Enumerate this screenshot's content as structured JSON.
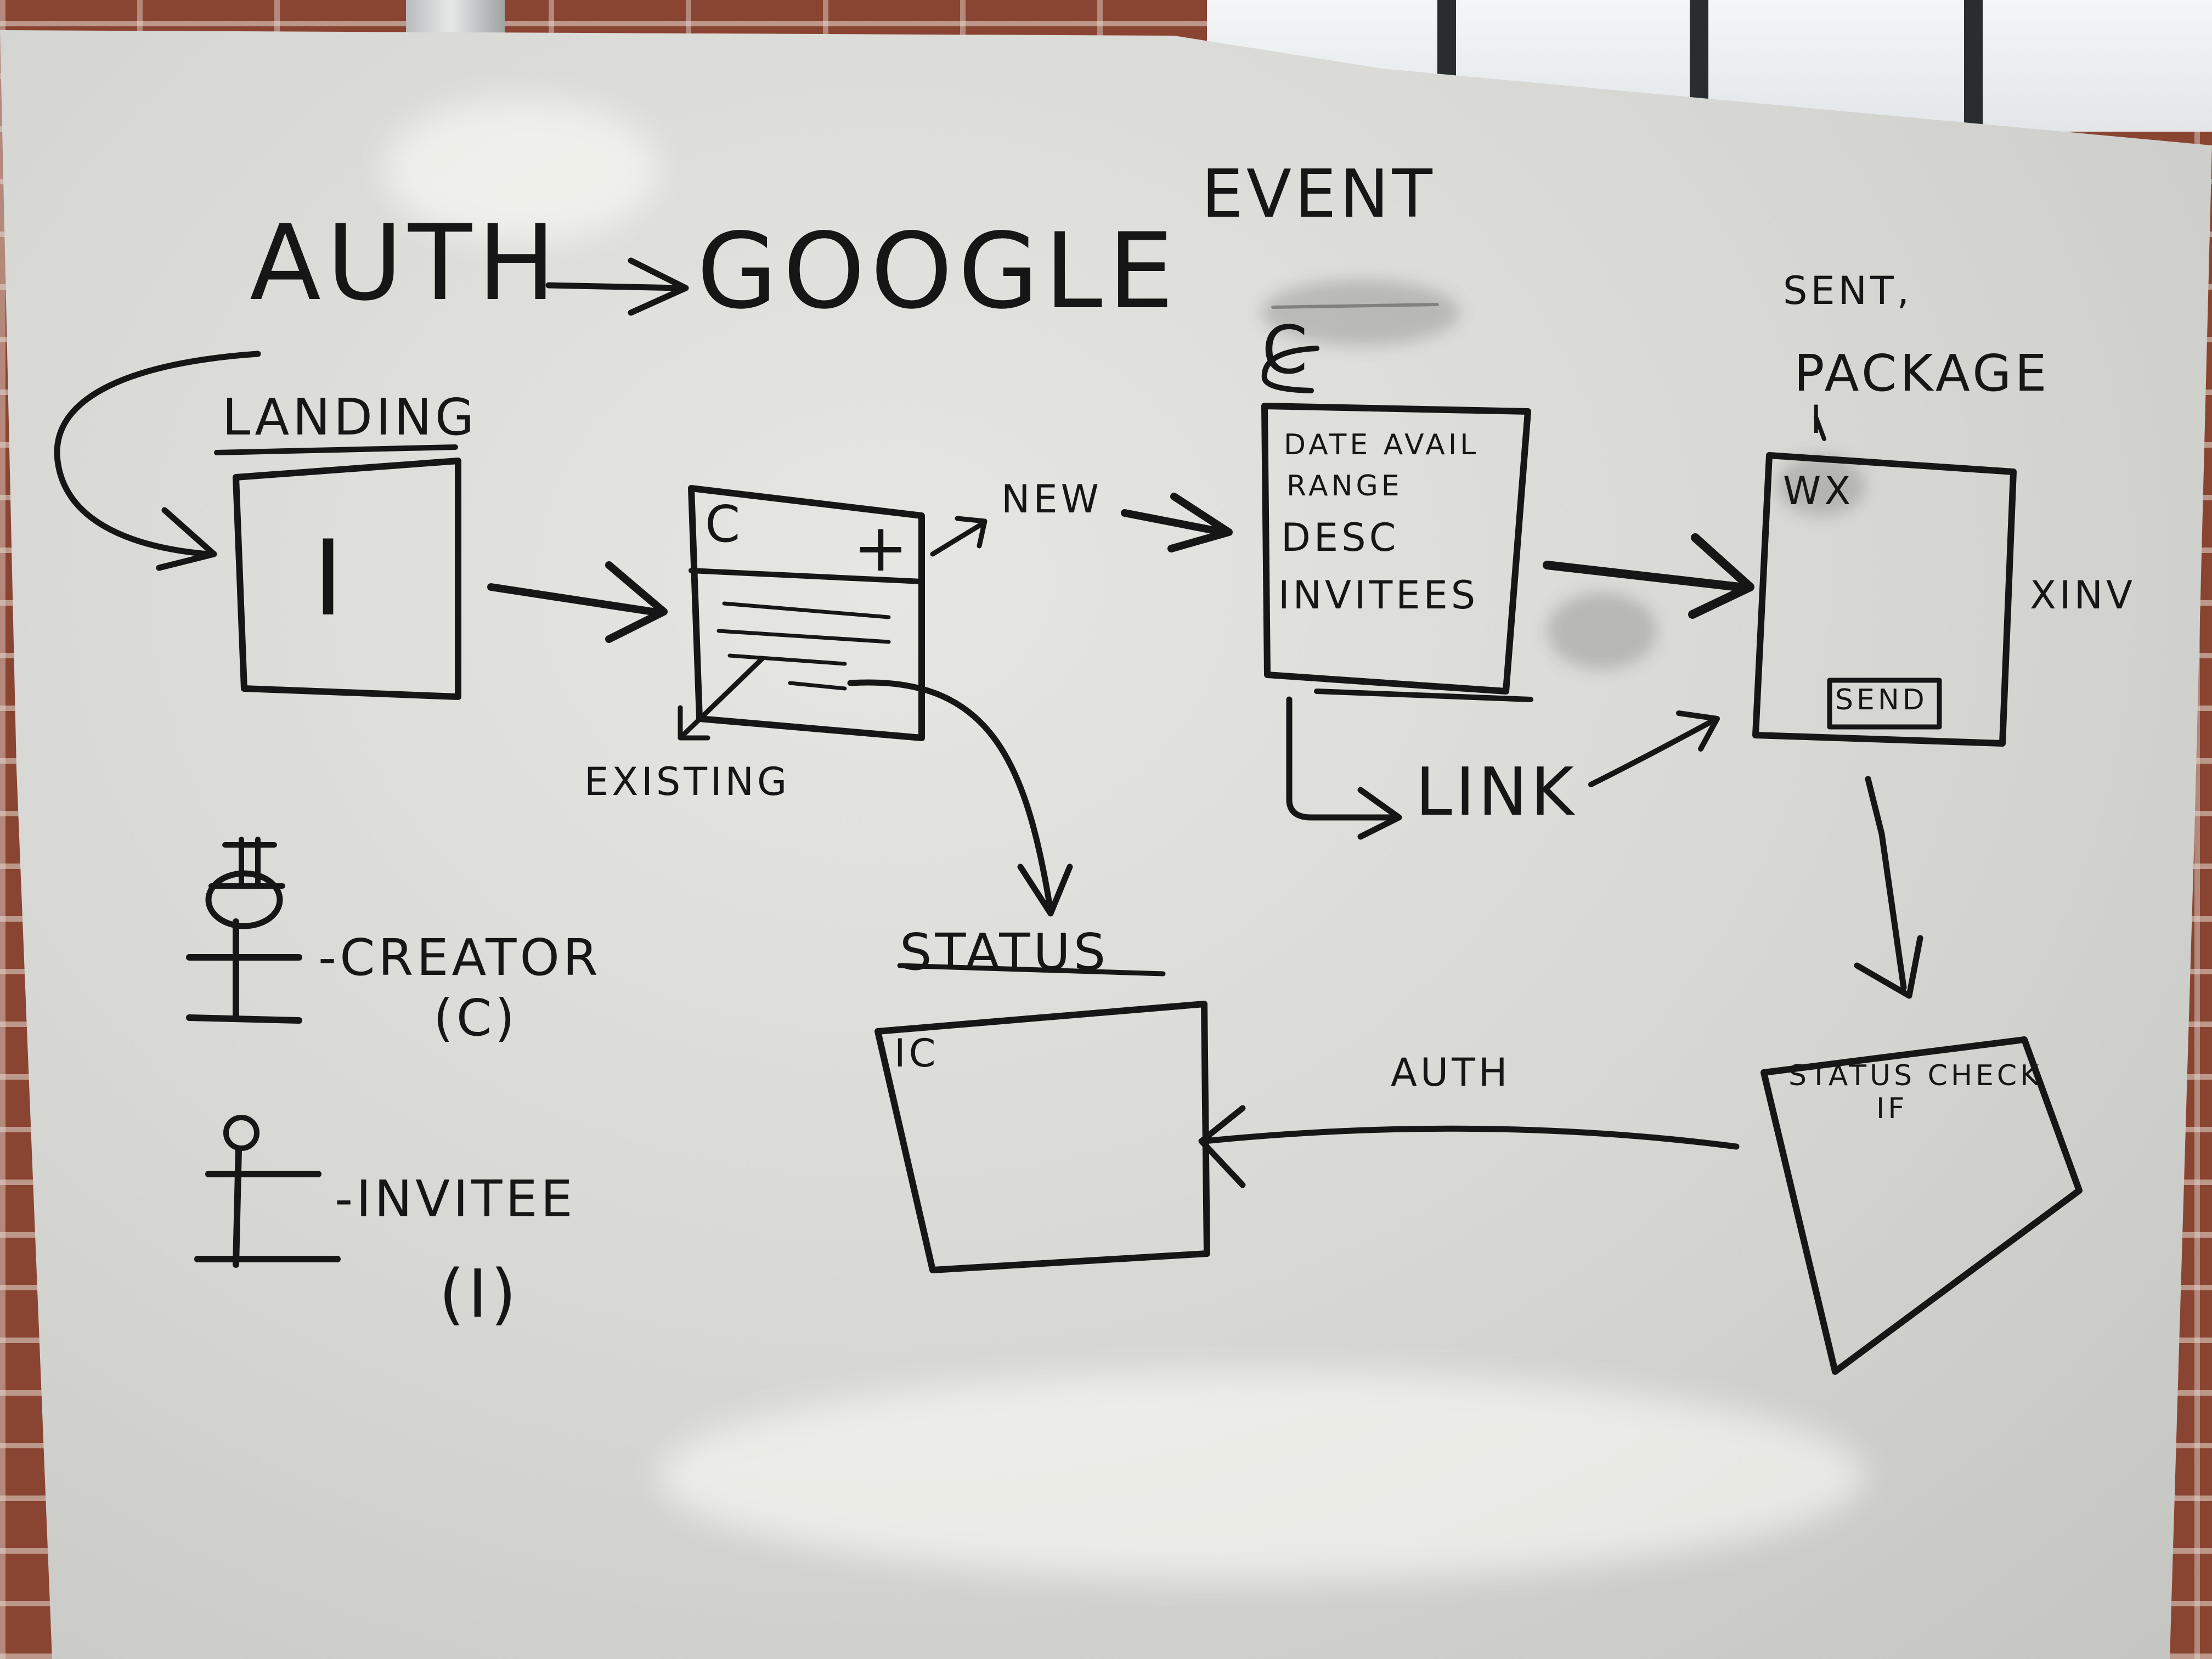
{
  "colors": {
    "ink": "#161616",
    "board": "#dcdcd9",
    "brick": "#8a4432"
  },
  "labels": {
    "auth_top": "AUTH",
    "google": "GOOGLE",
    "event": "EVENT",
    "landing": "LANDING",
    "landing_box": "I",
    "list_box_c": "C",
    "list_box_plus": "+",
    "new": "NEW",
    "existing": "EXISTING",
    "event_box_c": "C",
    "event_fields": [
      "DATE AVAIL",
      "RANGE",
      "DESC",
      "INVITEES"
    ],
    "link": "LINK",
    "sent_package_top": "SENT,",
    "sent_package_bottom": "PACKAGE",
    "package_i": "I",
    "package_wx": "WX",
    "package_send": "SEND",
    "x_inv": "XINV",
    "status": "STATUS",
    "status_box": "IC",
    "auth_arrow": "AUTH",
    "status_check_line1": "STATUS CHECK",
    "status_check_line2": "IF",
    "creator_label": "-CREATOR",
    "creator_abbrev": "(C)",
    "invitee_label": "-INVITEE",
    "invitee_abbrev": "(I)"
  }
}
